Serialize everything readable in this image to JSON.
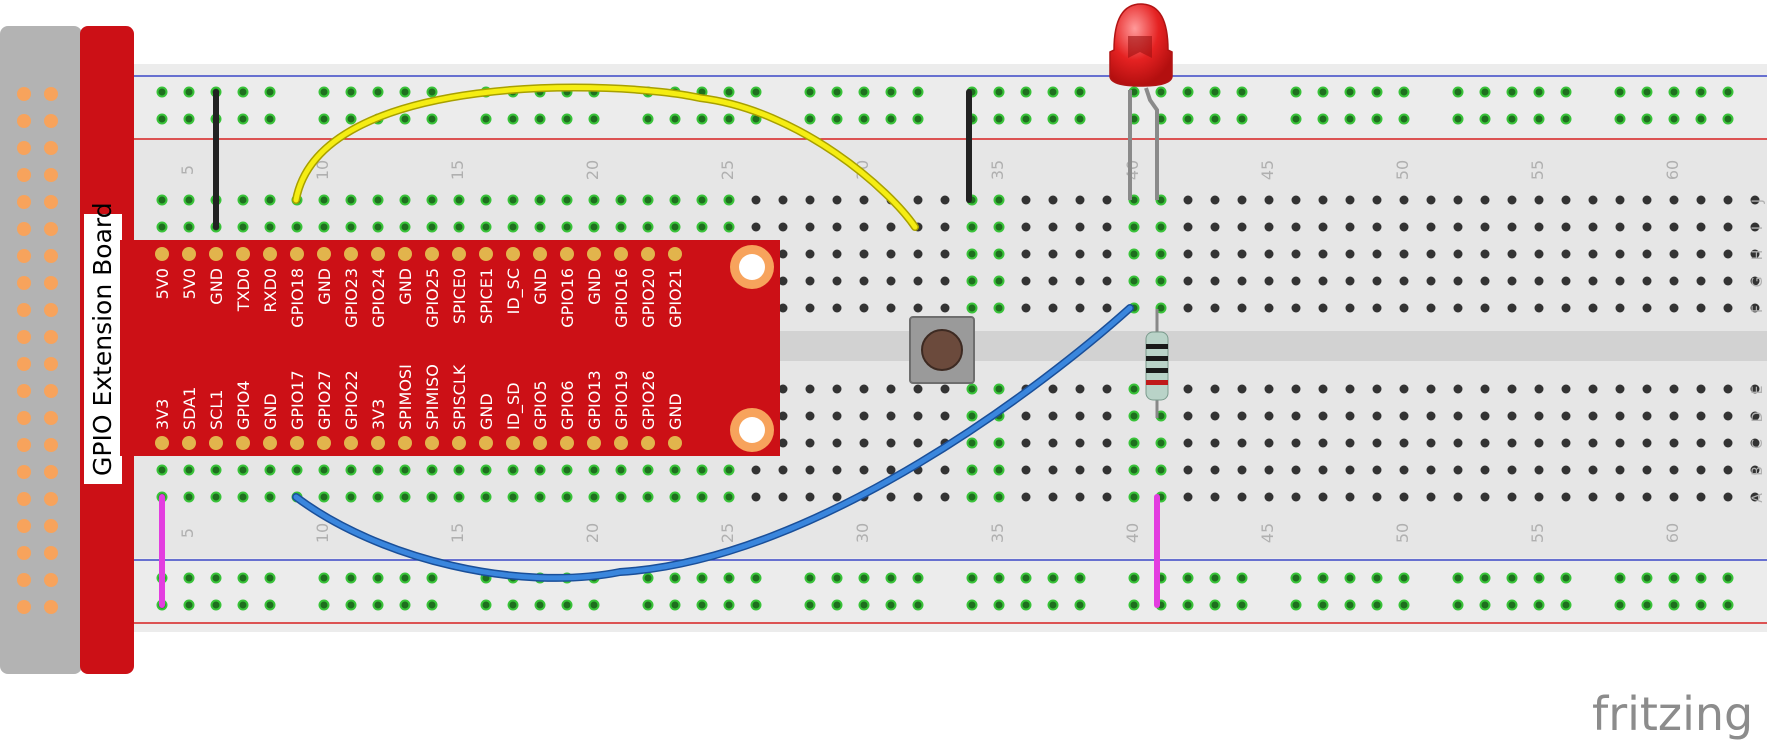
{
  "board": {
    "title": "GPIO Extension Board",
    "top_pins": [
      "5V0",
      "5V0",
      "GND",
      "TXD0",
      "RXD0",
      "GPIO18",
      "GND",
      "GPIO23",
      "GPIO24",
      "GND",
      "GPIO25",
      "SPICE0",
      "SPICE1",
      "ID_SC",
      "GND",
      "GPIO16",
      "GND",
      "GPIO16",
      "GPIO20",
      "GPIO21"
    ],
    "bottom_pins": [
      "3V3",
      "SDA1",
      "SCL1",
      "GPIO4",
      "GND",
      "GPIO17",
      "GPIO27",
      "GPIO22",
      "3V3",
      "SPIMOSI",
      "SPIMISO",
      "SPISCLK",
      "GND",
      "ID_SD",
      "GPIO5",
      "GPIO6",
      "GPIO13",
      "GPIO19",
      "GPIO26",
      "GND"
    ]
  },
  "breadboard": {
    "column_numbers": [
      "5",
      "10",
      "15",
      "20",
      "25",
      "30",
      "35",
      "40",
      "45",
      "50",
      "55",
      "60"
    ],
    "row_letters_top": [
      "J",
      "I",
      "H",
      "G",
      "F"
    ],
    "row_letters_bottom": [
      "E",
      "D",
      "C",
      "B",
      "A"
    ]
  },
  "components": {
    "led": "red-led",
    "button": "push-button",
    "resistor": "resistor"
  },
  "wires": [
    {
      "name": "yellow-wire",
      "color": "#f5ed13"
    },
    {
      "name": "blue-wire",
      "color": "#2f74c9"
    },
    {
      "name": "black-wire-1",
      "color": "#222222"
    },
    {
      "name": "black-wire-2",
      "color": "#222222"
    },
    {
      "name": "magenta-wire-1",
      "color": "#e33de0"
    },
    {
      "name": "magenta-wire-2",
      "color": "#e33de0"
    }
  ],
  "colors": {
    "board_red": "#cc1016",
    "cable_gray": "#b3b3b3",
    "pin_orange": "#f7a35c",
    "header_pin": "#e2b44c",
    "breadboard": "#e7e7e7",
    "hole": "#333333",
    "hole_active": "#28b328"
  },
  "watermark": "fritzing"
}
